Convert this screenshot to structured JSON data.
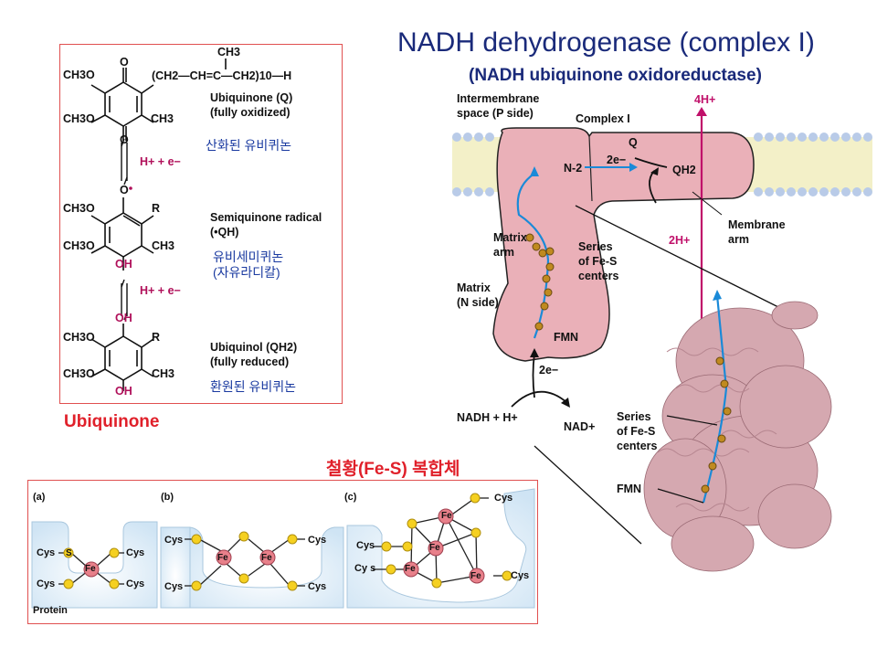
{
  "title": "NADH dehydrogenase (complex I)",
  "subtitle": "(NADH ubiquinone oxidoreductase)",
  "ubiquinone_panel": {
    "caption": "Ubiquinone",
    "chain_top": "CH3",
    "chain": "(CH2—CH=C—CH2)10—H",
    "q_name": "Ubiquinone (Q)",
    "q_state": "(fully oxidized)",
    "q_korean": "산화된 유비퀴논",
    "step1": "H+ + e−",
    "sq_name": "Semiquinone radical",
    "sq_formula": "(•QH)",
    "sq_korean_1": "유비세미퀴논",
    "sq_korean_2": "(자유라디칼)",
    "step2": "H+ + e−",
    "qh2_name": "Ubiquinol (QH2)",
    "qh2_state": "(fully reduced)",
    "qh2_korean": "환원된 유비퀴논",
    "ring_labels": {
      "ch3o": "CH3O",
      "ch3": "CH3",
      "o": "O",
      "oh": "OH",
      "r": "R"
    }
  },
  "fes_panel": {
    "caption": "철황(Fe-S) 복합체",
    "panel_a": "(a)",
    "panel_b": "(b)",
    "panel_c": "(c)",
    "protein": "Protein",
    "cys": "Cys",
    "fe": "Fe",
    "s": "S",
    "cys_spaced": "Cy s"
  },
  "complex_diagram": {
    "intermembrane_1": "Intermembrane",
    "intermembrane_2": "space (P side)",
    "complex_label": "Complex I",
    "four_h": "4H+",
    "n2": "N-2",
    "two_e_top": "2e−",
    "q": "Q",
    "qh2": "QH2",
    "matrix_arm_1": "Matrix",
    "matrix_arm_2": "arm",
    "series_1": "Series",
    "series_2": "of Fe-S",
    "series_3": "centers",
    "matrix_1": "Matrix",
    "matrix_2": "(N side)",
    "fmn": "FMN",
    "two_e_bottom": "2e−",
    "nadh": "NADH + H+",
    "nad": "NAD+",
    "two_h": "2H+",
    "membrane_arm_1": "Membrane",
    "membrane_arm_2": "arm",
    "struct_series_1": "Series",
    "struct_series_2": "of Fe-S",
    "struct_series_3": "centers",
    "struct_fmn": "FMN"
  }
}
